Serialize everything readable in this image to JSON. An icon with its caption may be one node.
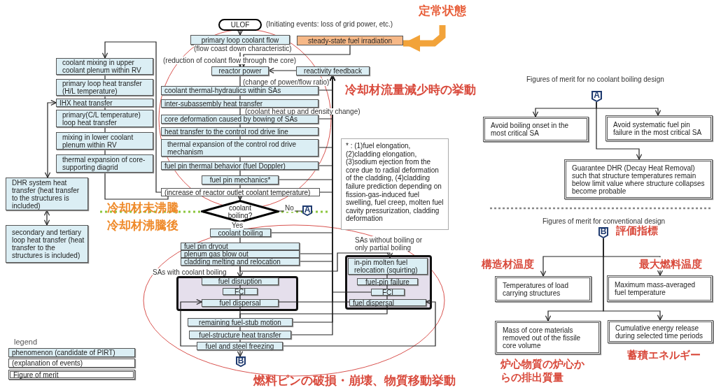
{
  "diagram": {
    "nodes": [
      {
        "text": [
          "ULOF"
        ],
        "beside": [
          "(Initiating events: loss of grid power, etc.)"
        ]
      },
      {
        "text": [
          "primary loop coolant flow"
        ],
        "beside": [
          "(flow coast down characteristic)",
          "(reduction of coolant flow through the core)"
        ]
      },
      {
        "text": [
          "steady-state fuel irradiation"
        ]
      },
      {
        "text": [
          "reactor power"
        ],
        "beside": [
          "(change of power/flow ratio)"
        ]
      },
      {
        "text": [
          "reactivity feedback"
        ]
      },
      {
        "text": [
          "coolant thermal-hydraulics within SAs"
        ]
      },
      {
        "text": [
          "inter-subassembly heat transfer"
        ],
        "beside": [
          "(coolant heat up and density change)"
        ]
      },
      {
        "text": [
          "core deformation caused by bowing of SAs"
        ]
      },
      {
        "text": [
          "heat transfer to the control rod drive line"
        ]
      },
      {
        "text": [
          "thermal expansion of the control rod drive mechanism"
        ]
      },
      {
        "text": [
          "fuel pin thermal behavior (fuel Doppler)"
        ]
      },
      {
        "text": [
          "fuel pin mechanics*"
        ]
      },
      {
        "text": [
          "(increase of reactor outlet coolant temperature)"
        ]
      },
      {
        "text": [
          "coolant boiling?"
        ]
      },
      {
        "text": [
          "A"
        ]
      },
      {
        "text": [
          "coolant boiling"
        ]
      },
      {
        "text": [
          "fuel pin dryout"
        ]
      },
      {
        "text": [
          "plenum gas blow out"
        ]
      },
      {
        "text": [
          "cladding melting and relocation"
        ]
      },
      {
        "text": [
          "SAs with coolant boiling"
        ]
      },
      {
        "text": [
          "fuel disruption"
        ],
        "in": 19
      },
      {
        "text": [
          "FCI"
        ],
        "in": 19
      },
      {
        "text": [
          "fuel dispersal"
        ],
        "in": 19
      },
      {
        "text": [
          "remaining fuel-stub motion"
        ]
      },
      {
        "text": [
          "fuel-structure heat transfer"
        ]
      },
      {
        "text": [
          "fuel and steel freezing"
        ]
      },
      {
        "text": [
          "B"
        ]
      },
      {
        "text": [
          "SAs without boiling or only partial boiling"
        ]
      },
      {
        "text": [
          "in-pin molten fuel relocation (squirting)"
        ],
        "in": 27
      },
      {
        "text": [
          "fuel-pin failure"
        ],
        "in": 27
      },
      {
        "text": [
          "FCI"
        ],
        "in": 27
      },
      {
        "text": [
          "fuel dispersal"
        ],
        "in": 27
      },
      {
        "text": [
          "coolant mixing in upper coolant plenum within RV"
        ]
      },
      {
        "text": [
          "primary loop heat transfer (H/L temperature)"
        ]
      },
      {
        "text": [
          "IHX heat transfer"
        ]
      },
      {
        "text": [
          "primary(C/L temperature) loop heat transfer"
        ]
      },
      {
        "text": [
          "mixing in lower coolant plenum within RV"
        ]
      },
      {
        "text": [
          "thermal expansion of core-supporting diagrid"
        ]
      },
      {
        "text": [
          "DHR system heat transfer (heat transfer to the structures is included)"
        ]
      },
      {
        "text": [
          "secondary and tertiary loop heat transfer (heat transfer to the structures is included)"
        ]
      },
      {
        "text": [
          "* : (1)fuel elongation, (2)cladding elongation, (3)sodium ejection from the core due to radial deformation of the cladding, (4)cladding failure prediction depending on fission-gas-induced fuel swelling, fuel creep, molten fuel cavity pressurization, cladding deformation"
        ]
      },
      {
        "text": [
          "A"
        ],
        "beside": [
          "Figures of merit for no coolant boiling design"
        ]
      },
      {
        "text": [
          "Avoid boiling onset in the most critical SA"
        ]
      },
      {
        "text": [
          "Avoid systematic fuel pin failure in the most critical SA"
        ]
      },
      {
        "text": [
          "Guarantee DHR (Decay Heat Removal) such that structure temperatures remain below limit value where structure collapses become probable"
        ]
      },
      {
        "text": [
          "B"
        ],
        "beside": [
          "Figures of merit for conventional design"
        ]
      },
      {
        "text": [
          "Temperatures of load carrying structures"
        ]
      },
      {
        "text": [
          "Maximum mass-averaged fuel temperature"
        ]
      },
      {
        "text": [
          "Mass of core materials removed out of the fissile core volume"
        ]
      },
      {
        "text": [
          "Cumulative energy release during selected time periods"
        ]
      }
    ],
    "edges": [
      {
        "from": 0,
        "to": 1,
        "arrow": "to"
      },
      {
        "from": 1,
        "to": 3,
        "arrow": "to"
      },
      {
        "from": 2,
        "to": 3,
        "arrow": "to"
      },
      {
        "from": 4,
        "to": 3,
        "arrow": "to"
      },
      {
        "from": 3,
        "to": 5,
        "arrow": "none"
      },
      {
        "from": 5,
        "to": 6,
        "arrow": "none"
      },
      {
        "from": 6,
        "to": 7,
        "arrow": "none"
      },
      {
        "from": 7,
        "to": 8,
        "arrow": "none"
      },
      {
        "from": 8,
        "to": 9,
        "arrow": "none"
      },
      {
        "from": 9,
        "to": 10,
        "arrow": "none"
      },
      {
        "from": 10,
        "to": 11,
        "arrow": "none"
      },
      {
        "from": 11,
        "to": 12,
        "arrow": "none"
      },
      {
        "from": 12,
        "to": 13,
        "arrow": "to"
      },
      {
        "from": 13,
        "to": 14,
        "arrow": "none",
        "label": "No"
      },
      {
        "from": 13,
        "to": 15,
        "arrow": "to",
        "label": "Yes"
      },
      {
        "from": 15,
        "to": 16,
        "arrow": "none"
      },
      {
        "from": 18,
        "to": 20,
        "arrow": "to"
      },
      {
        "from": 20,
        "to": 21,
        "arrow": "none"
      },
      {
        "from": 21,
        "to": 22,
        "arrow": "none"
      },
      {
        "from": 22,
        "to": 23,
        "arrow": "none"
      },
      {
        "from": 23,
        "to": 24,
        "arrow": "none"
      },
      {
        "from": 24,
        "to": 25,
        "arrow": "none"
      },
      {
        "from": 25,
        "to": 26,
        "arrow": "to"
      },
      {
        "from": 25,
        "to": 22,
        "arrow": "to"
      },
      {
        "from": 25,
        "to": 31,
        "arrow": "to"
      },
      {
        "from": 18,
        "to": 28,
        "arrow": "to"
      },
      {
        "from": 28,
        "to": 29,
        "arrow": "none"
      },
      {
        "from": 29,
        "to": 30,
        "arrow": "none"
      },
      {
        "from": 30,
        "to": 31,
        "arrow": "none"
      },
      {
        "from": 31,
        "to": 23,
        "arrow": "none"
      },
      {
        "from": 5,
        "to": 4,
        "arrow": "to"
      },
      {
        "from": 7,
        "to": 4,
        "arrow": "to"
      },
      {
        "from": 9,
        "to": 4,
        "arrow": "to"
      },
      {
        "from": 10,
        "to": 4,
        "arrow": "to"
      },
      {
        "from": 11,
        "to": 4,
        "arrow": "to"
      },
      {
        "from": 12,
        "to": 4,
        "arrow": "to"
      },
      {
        "from": 15,
        "to": 4,
        "arrow": "to"
      },
      {
        "from": 17,
        "to": 4,
        "arrow": "to"
      },
      {
        "from": 18,
        "to": 4,
        "arrow": "to"
      },
      {
        "from": 22,
        "to": 4,
        "arrow": "to"
      },
      {
        "from": 23,
        "to": 4,
        "arrow": "to"
      },
      {
        "from": 24,
        "to": 4,
        "arrow": "to"
      },
      {
        "from": 30,
        "to": 4,
        "arrow": "to"
      },
      {
        "from": 31,
        "to": 4,
        "arrow": "to"
      },
      {
        "from": 12,
        "to": 32,
        "arrow": "to"
      },
      {
        "from": 32,
        "to": 33,
        "arrow": "none"
      },
      {
        "from": 33,
        "to": 34,
        "arrow": "none"
      },
      {
        "from": 34,
        "to": 35,
        "arrow": "none"
      },
      {
        "from": 35,
        "to": 36,
        "arrow": "none"
      },
      {
        "from": 36,
        "to": 37,
        "arrow": "none"
      },
      {
        "from": 37,
        "to": 12,
        "arrow": "none"
      },
      {
        "from": 34,
        "to": 38,
        "arrow": "both"
      },
      {
        "from": 38,
        "to": 39,
        "arrow": "both"
      },
      {
        "from": 41,
        "to": 42,
        "arrow": "to"
      },
      {
        "from": 41,
        "to": 43,
        "arrow": "to"
      },
      {
        "from": 41,
        "to": 44,
        "arrow": "to"
      },
      {
        "from": 45,
        "to": 46,
        "arrow": "to"
      },
      {
        "from": 45,
        "to": 47,
        "arrow": "to"
      },
      {
        "from": 45,
        "to": 48,
        "arrow": "to"
      },
      {
        "from": 45,
        "to": 49,
        "arrow": "to"
      },
      {
        "from": null,
        "to": 2,
        "arrow": "to",
        "style": "thick",
        "color": "#f2a33a"
      }
    ],
    "labels": [
      "定常状態",
      "冷却材流量減少時の挙動",
      "冷却材未沸騰",
      "冷却材沸騰後",
      "燃料ピンの破損・崩壊、物質移動挙動",
      "評価指標",
      "構造材温度",
      "最大燃料温度",
      "炉心物質の炉心からの排出質量",
      "蓄積エネルギー",
      "legend"
    ],
    "legend": [
      {
        "text": "phenomenon (candidate of PIRT)",
        "color": "#dbeef4"
      },
      {
        "text": "(explanation of events)",
        "color": "#ffffff"
      },
      {
        "text": "Figure of merit"
      }
    ]
  }
}
